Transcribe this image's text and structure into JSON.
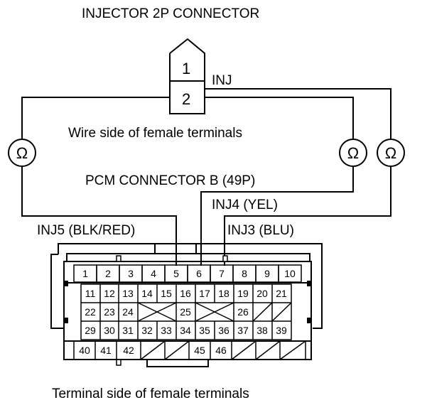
{
  "titles": {
    "injector_connector": "INJECTOR 2P CONNECTOR",
    "inj_wire": "INJ",
    "wire_side": "Wire side of female terminals",
    "pcm_connector": "PCM CONNECTOR B (49P)",
    "inj4": "INJ4 (YEL)",
    "inj5": "INJ5 (BLK/RED)",
    "inj3": "INJ3 (BLU)",
    "terminal_side": "Terminal side of female terminals"
  },
  "injector_pins": [
    "1",
    "2"
  ],
  "ohm_symbol": "Ω",
  "pcm_pins": {
    "row1": [
      "1",
      "2",
      "3",
      "4",
      "5",
      "6",
      "7",
      "8",
      "9",
      "10"
    ],
    "row2": [
      "11",
      "12",
      "13",
      "14",
      "15",
      "16",
      "17",
      "18",
      "19",
      "20",
      "21"
    ],
    "row3": [
      "22",
      "23",
      "24",
      "25",
      "26"
    ],
    "row4": [
      "29",
      "30",
      "31",
      "32",
      "33",
      "34",
      "35",
      "36",
      "37",
      "38",
      "39"
    ],
    "row5": [
      "40",
      "41",
      "42",
      "45",
      "46"
    ]
  }
}
